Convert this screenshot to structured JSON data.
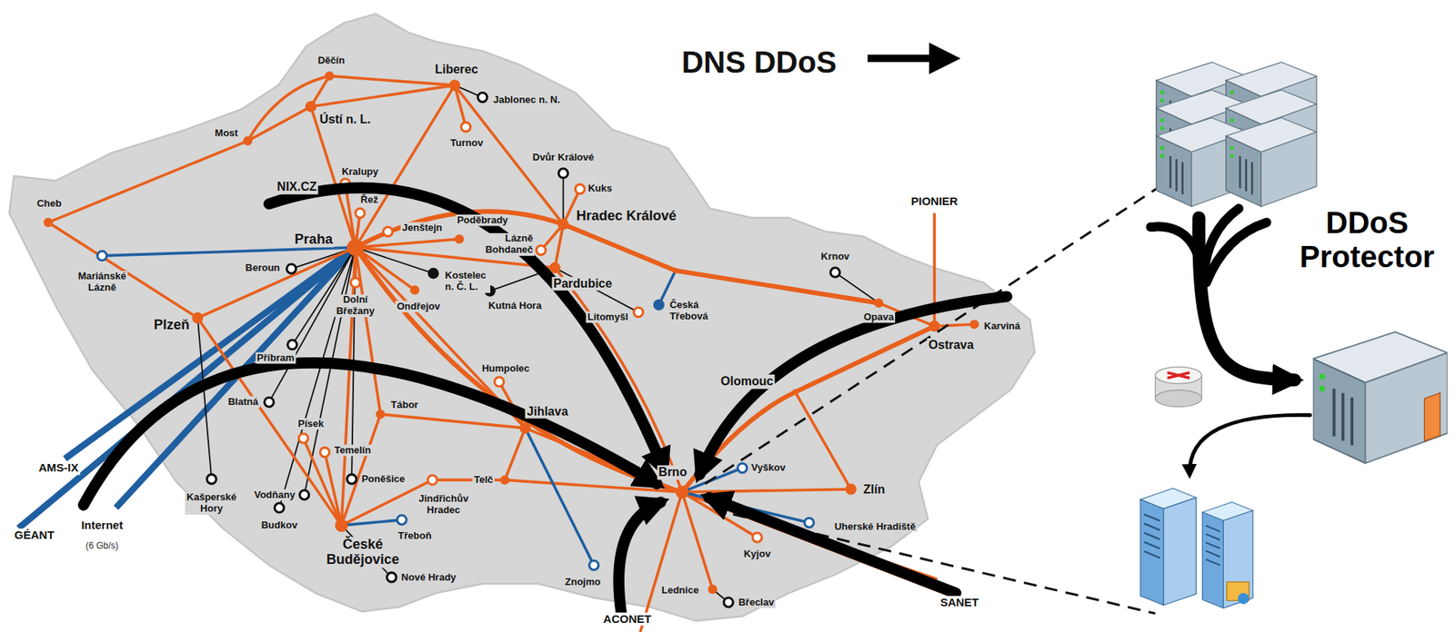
{
  "diagram": {
    "nodes": [
      {
        "text": [
          "DDoS Protector"
        ]
      }
    ],
    "labels": [
      "DNS DDoS",
      "Děčín",
      "Liberec",
      "Jablonec n. N.",
      "Ústí n. L.",
      "Most",
      "Turnov",
      "Dvůr Králové",
      "Kuks",
      "Kralupy",
      "NIX.CZ",
      "Řež",
      "Jenštejn",
      "Poděbrady",
      "Cheb",
      "PIONIER",
      "Hradec Králové",
      "Praha",
      "Lázně Bohdaneč",
      "Krnov",
      "Mariánské Lázně",
      "Beroun",
      "Kostelec n. Č. L.",
      "Pardubice",
      "Kutná Hora",
      "Dolní Břežany",
      "Ondřejov",
      "Česká Třebová",
      "Litomyšl",
      "Opava",
      "Karviná",
      "Ostrava",
      "Plzeň",
      "Příbram",
      "Humpolec",
      "Olomouc",
      "Tábor",
      "Blatná",
      "Jihlava",
      "Písek",
      "Temelín",
      "Telč",
      "Jindřichův Hradec",
      "Poněšice",
      "Vodňany",
      "Kašperské Hory",
      "AMS-IX",
      "Brno",
      "Vyškov",
      "Zlín",
      "Uherské Hradiště",
      "Kyjov",
      "Budkov",
      "České Budějovice",
      "Třeboň",
      "GÉANT",
      "Internet",
      "(6 Gb/s)",
      "Znojmo",
      "Nové Hrady",
      "Lednice",
      "Břeclav",
      "ACONET",
      "SANET"
    ]
  }
}
